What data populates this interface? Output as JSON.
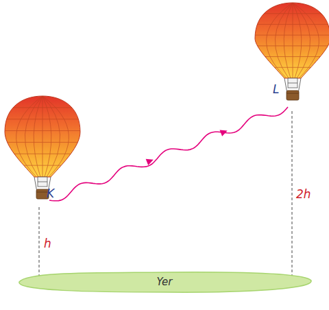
{
  "diagram": {
    "nodes": [
      {
        "text": [
          "Yer"
        ]
      }
    ],
    "labels": [
      "K",
      "L",
      "h",
      "2h"
    ]
  }
}
